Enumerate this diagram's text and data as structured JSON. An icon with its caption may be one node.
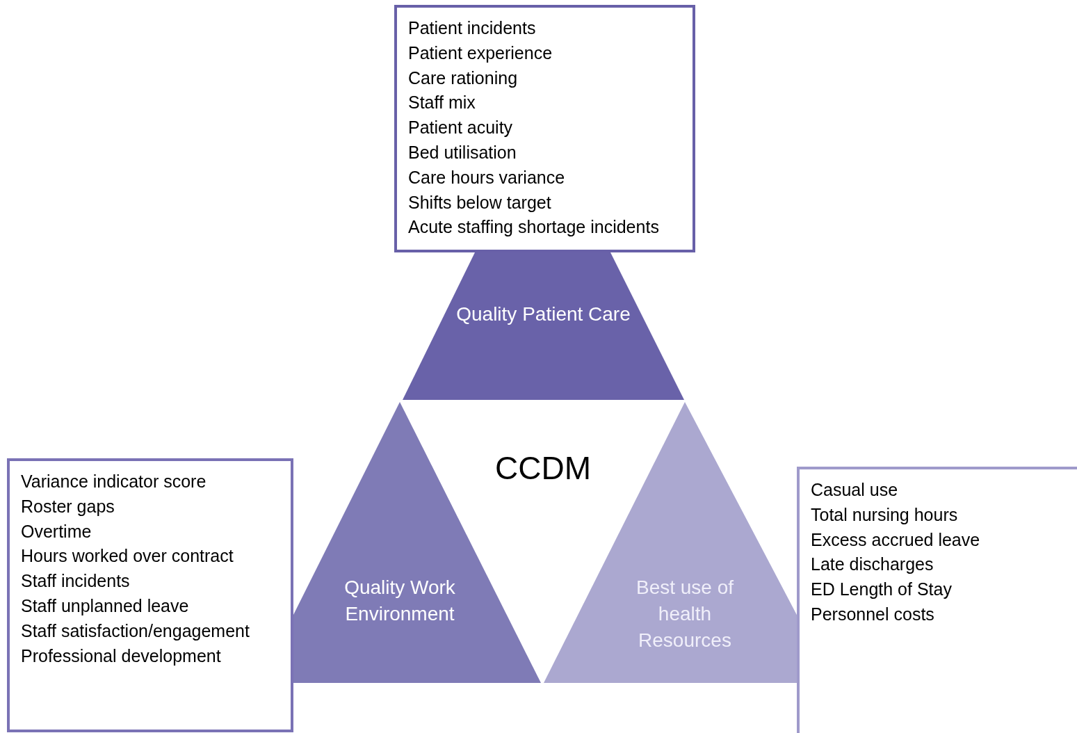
{
  "diagram": {
    "nodes": [
      {
        "text": [
          "Patient incidents",
          "Patient experience",
          "Care rationing",
          "Staff mix",
          "Patient acuity",
          "Bed utilisation",
          "Care hours variance",
          "Shifts below target",
          "Acute staffing shortage incidents"
        ]
      },
      {
        "text": [
          "Quality Patient Care"
        ]
      },
      {
        "text": [
          "Quality Work Environment"
        ]
      },
      {
        "text": [
          "Best use of health Resources"
        ]
      },
      {
        "text": [
          "Variance indicator score",
          "Roster gaps",
          "Overtime",
          "Hours worked over contract",
          "Staff incidents",
          "Staff unplanned leave",
          "Staff satisfaction/engagement",
          "Professional development"
        ]
      },
      {
        "text": [
          "Casual use",
          "Total nursing hours",
          "Excess accrued leave",
          "Late discharges",
          "ED Length of Stay",
          "Personnel costs"
        ]
      }
    ],
    "edges": [],
    "labels": [
      "CCDM"
    ]
  }
}
